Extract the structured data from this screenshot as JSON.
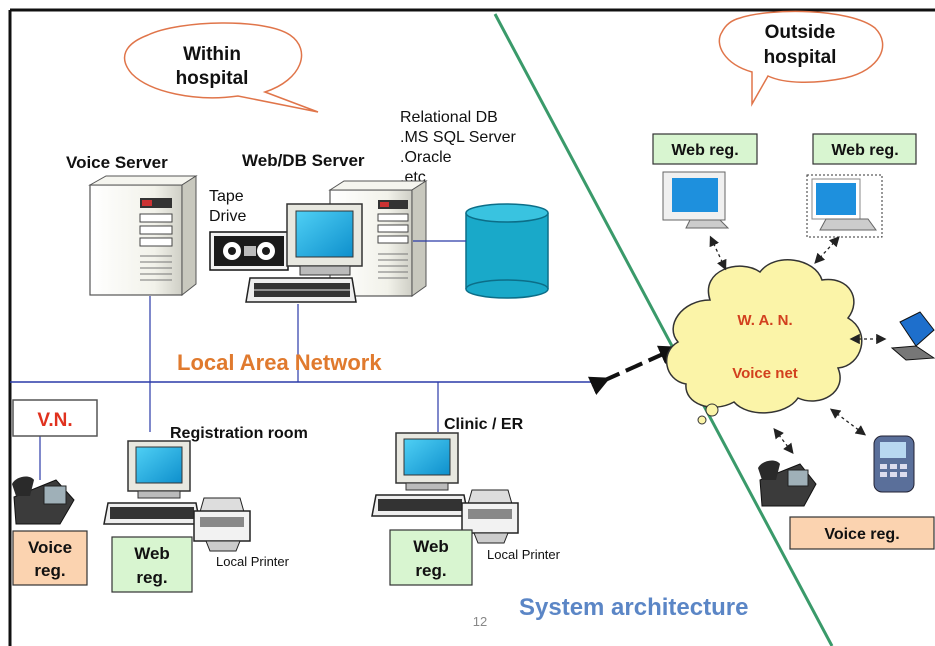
{
  "bubbles": {
    "within": [
      "Within",
      "hospital"
    ],
    "outside": [
      "Outside",
      "hospital"
    ]
  },
  "servers": {
    "voice": "Voice Server",
    "webdb": "Web/DB Server",
    "tape": [
      "Tape",
      "Drive"
    ],
    "db_notes": [
      "Relational DB",
      ".MS SQL Server",
      ".Oracle",
      ".etc"
    ]
  },
  "lan_label": "Local Area Network",
  "rooms": {
    "registration": "Registration room",
    "clinic": "Clinic / ER"
  },
  "left_boxes": {
    "vn": "V.N.",
    "voice_reg": [
      "Voice",
      "reg."
    ],
    "web_reg_1": [
      "Web",
      "reg."
    ],
    "web_reg_2": [
      "Web",
      "reg."
    ]
  },
  "printer_label": "Local Printer",
  "outside": {
    "web_reg_a": "Web reg.",
    "web_reg_b": "Web reg.",
    "cloud": [
      "W. A. N.",
      "Voice net"
    ],
    "voice_reg": "Voice reg."
  },
  "page_number": "12",
  "slide_title": "System architecture",
  "colors": {
    "bubble_stroke": "#e0754a",
    "lan": "#2a3aa8",
    "divider": "#3a9a6a",
    "lan_label": "#e07a2e",
    "vn_text": "#e0311e",
    "peach_box": "#fbd3b0",
    "green_box": "#d8f5d0",
    "cloud_fill": "#fbf4a8",
    "cloud_text": "#d2401e",
    "title": "#5b86c6",
    "db_fill": "#19a9c9",
    "screen": "#19aee6"
  }
}
